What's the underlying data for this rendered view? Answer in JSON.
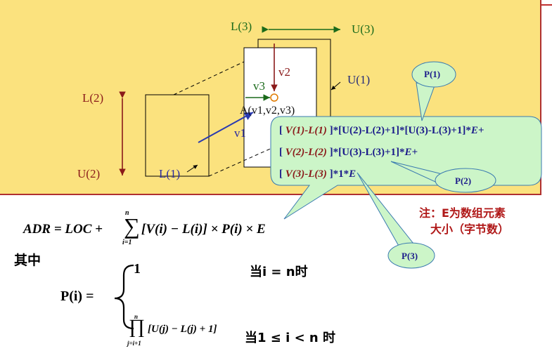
{
  "labels": {
    "l3": "L(3)",
    "u3": "U(3)",
    "v2": "v2",
    "v3": "v3",
    "u1": "U(1)",
    "l2": "L(2)",
    "u2": "U(2)",
    "l1": "L(1)",
    "v1": "v1",
    "a": "A(v1,v2,v3)"
  },
  "formula": {
    "row1_vi": "V(1)-L(1)",
    "row1_rest": "]*[U(2)-L(2)+1]*[U(3)-L(3)+1]*",
    "row1_tail": "E+",
    "row2_vi": "V(2)-L(2)",
    "row2_rest": "]*[U(3)-L(3)+1]*",
    "row2_tail": "E+",
    "row3_vi": "V(3)-L(3)",
    "row3_rest": "]*1*",
    "row3_tail": "E",
    "open": "[ ",
    "close": " "
  },
  "bubbles": {
    "p1": "P(1)",
    "p2": "P(2)",
    "p3": "P(3)"
  },
  "note": {
    "line1": "注：E为数组元素",
    "line2": "大小（字节数）"
  },
  "equation": {
    "adr": "ADR = LOC +",
    "sum_top": "n",
    "sum_bottom": "i=1",
    "sum_body": "[V(i) − L(i)] × P(i) × E",
    "qizhong": "其中",
    "pi_lhs": "P(i) =",
    "case1_value": "1",
    "case1_cond": "当i  =  n时",
    "prod_top": "n",
    "prod_bottom": "j=i+1",
    "prod_body": "[U(j) − L(j) + 1]",
    "case2_cond": "当1 ≤ i < n 时"
  },
  "colors": {
    "panel": "#fbe27e",
    "callout": "#ccf5c8",
    "bubble": "#ccf5c8",
    "dark_red": "#8a1a1a",
    "navy": "#1a1a8a",
    "green": "#1a6a1a"
  }
}
